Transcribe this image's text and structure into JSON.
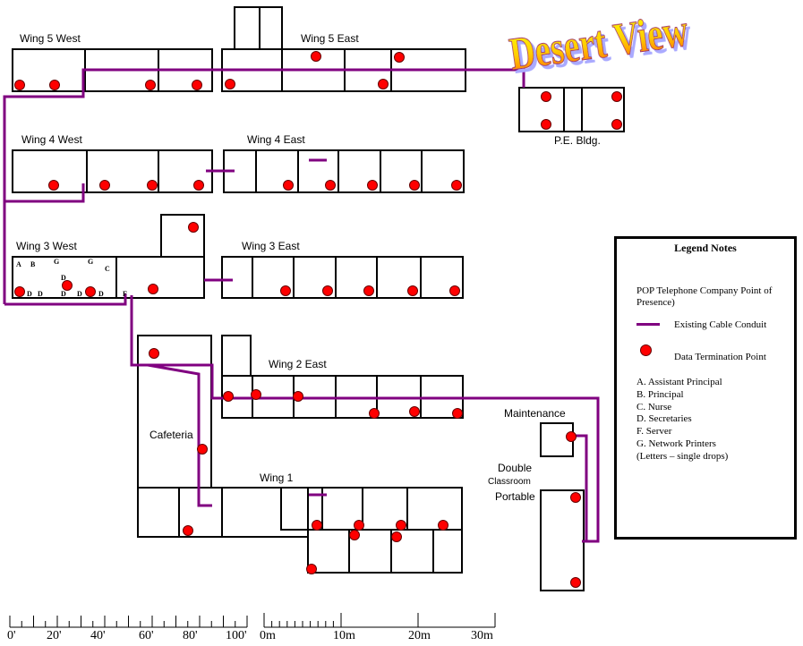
{
  "title": "Desert View",
  "labels": {
    "wing5west": "Wing 5 West",
    "wing5east": "Wing 5 East",
    "pe": "P.E. Bldg.",
    "wing4west": "Wing 4 West",
    "wing4east": "Wing 4 East",
    "wing3west": "Wing 3 West",
    "wing3east": "Wing 3 East",
    "wing2east": "Wing 2 East",
    "cafeteria": "Cafeteria",
    "wing1": "Wing 1",
    "maintenance": "Maintenance",
    "portable1": "Double",
    "portable2": "Classroom",
    "portable3": "Portable"
  },
  "room_letters": [
    "A",
    "B",
    "G",
    "G",
    "C",
    "D",
    "D",
    "D",
    "D",
    "D",
    "D",
    "F"
  ],
  "legend": {
    "title": "Legend Notes",
    "pop": "POP     Telephone Company Point of Presence)",
    "conduit": "Existing Cable Conduit",
    "dtp": "Data Termination Point",
    "items": [
      "A. Assistant Principal",
      "B. Principal",
      "C. Nurse",
      "D. Secretaries",
      "F. Server",
      "G. Network Printers",
      "(Letters – single drops)"
    ]
  },
  "scale": {
    "feet": [
      "0'",
      "20'",
      "40'",
      "60'",
      "80'",
      "100'"
    ],
    "meters": [
      "0m",
      "10m",
      "20m",
      "30m"
    ]
  },
  "colors": {
    "conduit": "#800080",
    "dot": "#ff0000",
    "wall": "#000000"
  }
}
